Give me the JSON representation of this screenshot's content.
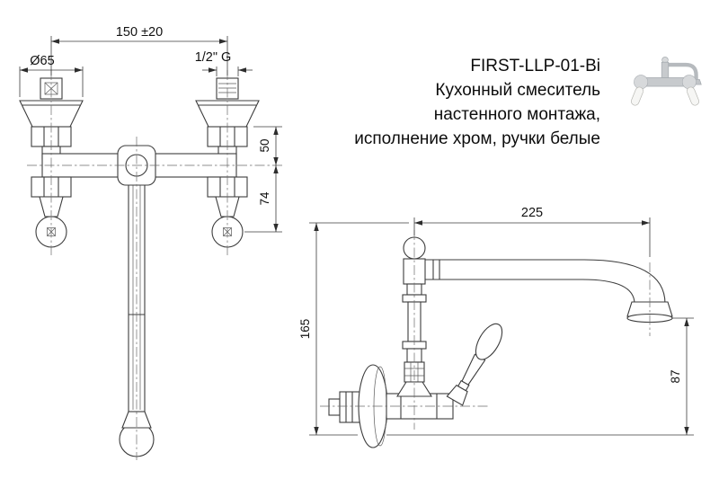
{
  "product": {
    "model": "FIRST-LLP-01-Bi",
    "desc_line1": "Кухонный смеситель",
    "desc_line2": "настенного монтажа,",
    "desc_line3": "исполнение хром, ручки белые"
  },
  "front_view": {
    "dim_center_distance": "150 ±20",
    "dim_flange_diameter": "Ø65",
    "dim_thread": "1/2\" G",
    "dim_body_offset": "50",
    "dim_handle_offset": "74"
  },
  "side_view": {
    "dim_spout_reach": "225",
    "dim_height": "165",
    "dim_outlet_height": "87"
  }
}
